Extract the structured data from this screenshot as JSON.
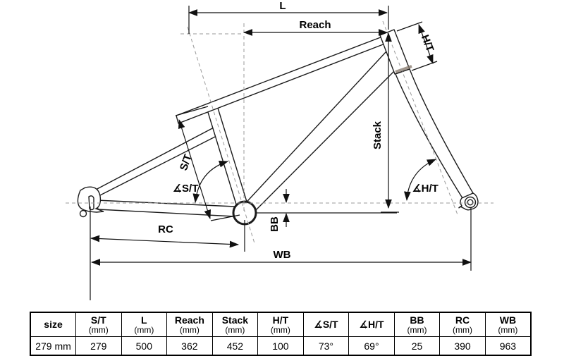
{
  "diagram": {
    "labels": {
      "l": "L",
      "reach": "Reach",
      "ht": "H/T",
      "stack": "Stack",
      "st": "S/T",
      "angle_st": "∡S/T",
      "angle_ht": "∡H/T",
      "bb": "BB",
      "rc": "RC",
      "wb": "WB"
    }
  },
  "table": {
    "columns": [
      {
        "name": "size",
        "unit": ""
      },
      {
        "name": "S/T",
        "unit": "(mm)"
      },
      {
        "name": "L",
        "unit": "(mm)"
      },
      {
        "name": "Reach",
        "unit": "(mm)"
      },
      {
        "name": "Stack",
        "unit": "(mm)"
      },
      {
        "name": "H/T",
        "unit": "(mm)"
      },
      {
        "name": "∡S/T",
        "unit": ""
      },
      {
        "name": "∡H/T",
        "unit": ""
      },
      {
        "name": "BB",
        "unit": "(mm)"
      },
      {
        "name": "RC",
        "unit": "(mm)"
      },
      {
        "name": "WB",
        "unit": "(mm)"
      }
    ],
    "row": [
      "279 mm",
      "279",
      "500",
      "362",
      "452",
      "100",
      "73°",
      "69°",
      "25",
      "390",
      "963"
    ]
  },
  "colors": {
    "line": "#1b1b1b",
    "dashed": "#9a9a9a",
    "text": "#000000",
    "background": "#ffffff"
  }
}
